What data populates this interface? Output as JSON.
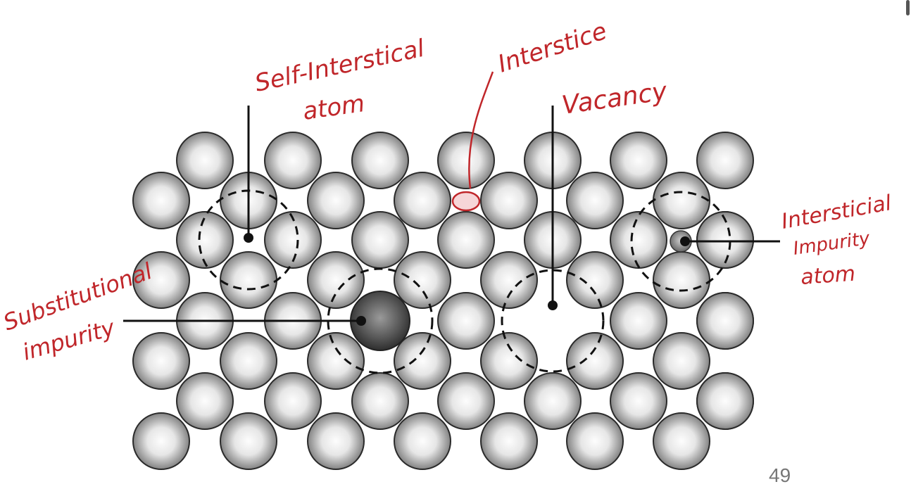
{
  "slide": {
    "page_number": "49"
  },
  "annotations": {
    "self_interstitial": [
      "Self-Interstical",
      "atom"
    ],
    "interstice": [
      "Interstice"
    ],
    "vacancy": [
      "Vacancy"
    ],
    "interstitial_impurity": [
      "Intersticial",
      "Impurity",
      "atom"
    ],
    "substitutional_impurity": [
      "Substitutional",
      "impurity"
    ]
  },
  "colors": {
    "ink": "#c0262a",
    "atom_light": "#f4f4f4",
    "atom_dark": "#6e6e6e",
    "substitutional": "#4a4a4a",
    "interstice_fill": "#f6d6d8"
  }
}
